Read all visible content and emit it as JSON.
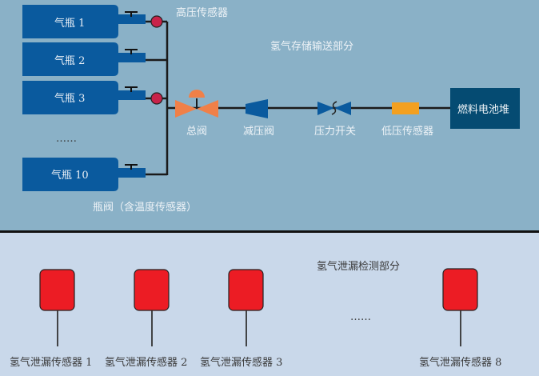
{
  "storage_section": {
    "title": "氢气存储输送部分",
    "cylinders": [
      {
        "label": "气瓶 1",
        "has_sensor": true
      },
      {
        "label": "气瓶 2",
        "has_sensor": false
      },
      {
        "label": "气瓶 3",
        "has_sensor": true
      },
      {
        "label": "气瓶 10",
        "has_sensor": false
      }
    ],
    "ellipsis": "……",
    "high_pressure_sensor_label": "高压传感器",
    "cylinder_valve_label": "瓶阀（含温度传感器）",
    "components": [
      {
        "id": "main-valve",
        "label": "总阀"
      },
      {
        "id": "pressure-reducing-valve",
        "label": "减压阀"
      },
      {
        "id": "pressure-switch",
        "label": "压力开关"
      },
      {
        "id": "low-pressure-sensor",
        "label": "低压传感器"
      }
    ],
    "fuel_cell_label": "燃料电池堆"
  },
  "leak_section": {
    "title": "氢气泄漏检测部分",
    "ellipsis": "……",
    "sensors": [
      {
        "label": "氢气泄漏传感器 1"
      },
      {
        "label": "氢气泄漏传感器 2"
      },
      {
        "label": "氢气泄漏传感器 3"
      },
      {
        "label": "氢气泄漏传感器 8"
      }
    ]
  },
  "colors": {
    "top_bg": "#8ab1c7",
    "bottom_bg": "#c9d8ea",
    "cylinder": "#0a5a9e",
    "sensor_red_dot": "#c8234a",
    "valve_orange": "#f08048",
    "fuel_cell": "#054b72",
    "low_sensor": "#f3a020",
    "leak_sensor": "#ec1c24"
  }
}
